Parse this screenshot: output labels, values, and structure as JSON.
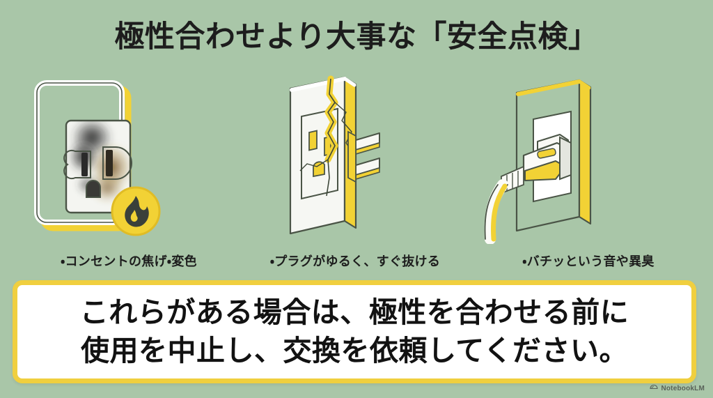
{
  "slide": {
    "background_color": "#a9c6a8",
    "title": "極性合わせより大事な「安全点検」"
  },
  "warning_signs": [
    {
      "id": "burn-discoloration",
      "caption": "・コンセントの焦げ・変色",
      "illustration": "outlet-with-scorch-marks",
      "badge_icon": "flame-icon",
      "badge_color": "#f2d235"
    },
    {
      "id": "loose-plug",
      "caption": "・プラグがゆるく、すぐ抜ける",
      "illustration": "cracked-loose-outlet",
      "badge_icon": "",
      "badge_color": ""
    },
    {
      "id": "spark-sound-odor",
      "caption": "・バチッという音や異臭",
      "illustration": "outlet-with-plug-inserted",
      "badge_icon": "",
      "badge_color": ""
    }
  ],
  "callout": {
    "border_color": "#f0cf3f",
    "background_color": "#ffffff",
    "lines": [
      "これらがある場合は、極性を合わせる前に",
      "使用を中止し、交換を依頼してください。"
    ]
  },
  "watermark": {
    "icon": "notebooklm-icon",
    "text": "NotebookLM"
  },
  "palette": {
    "yellow": "#f2d235",
    "yellow_deep": "#e8c62e",
    "outline": "#3d4739",
    "white": "#ffffff",
    "text_dark": "#1d1d1d"
  }
}
